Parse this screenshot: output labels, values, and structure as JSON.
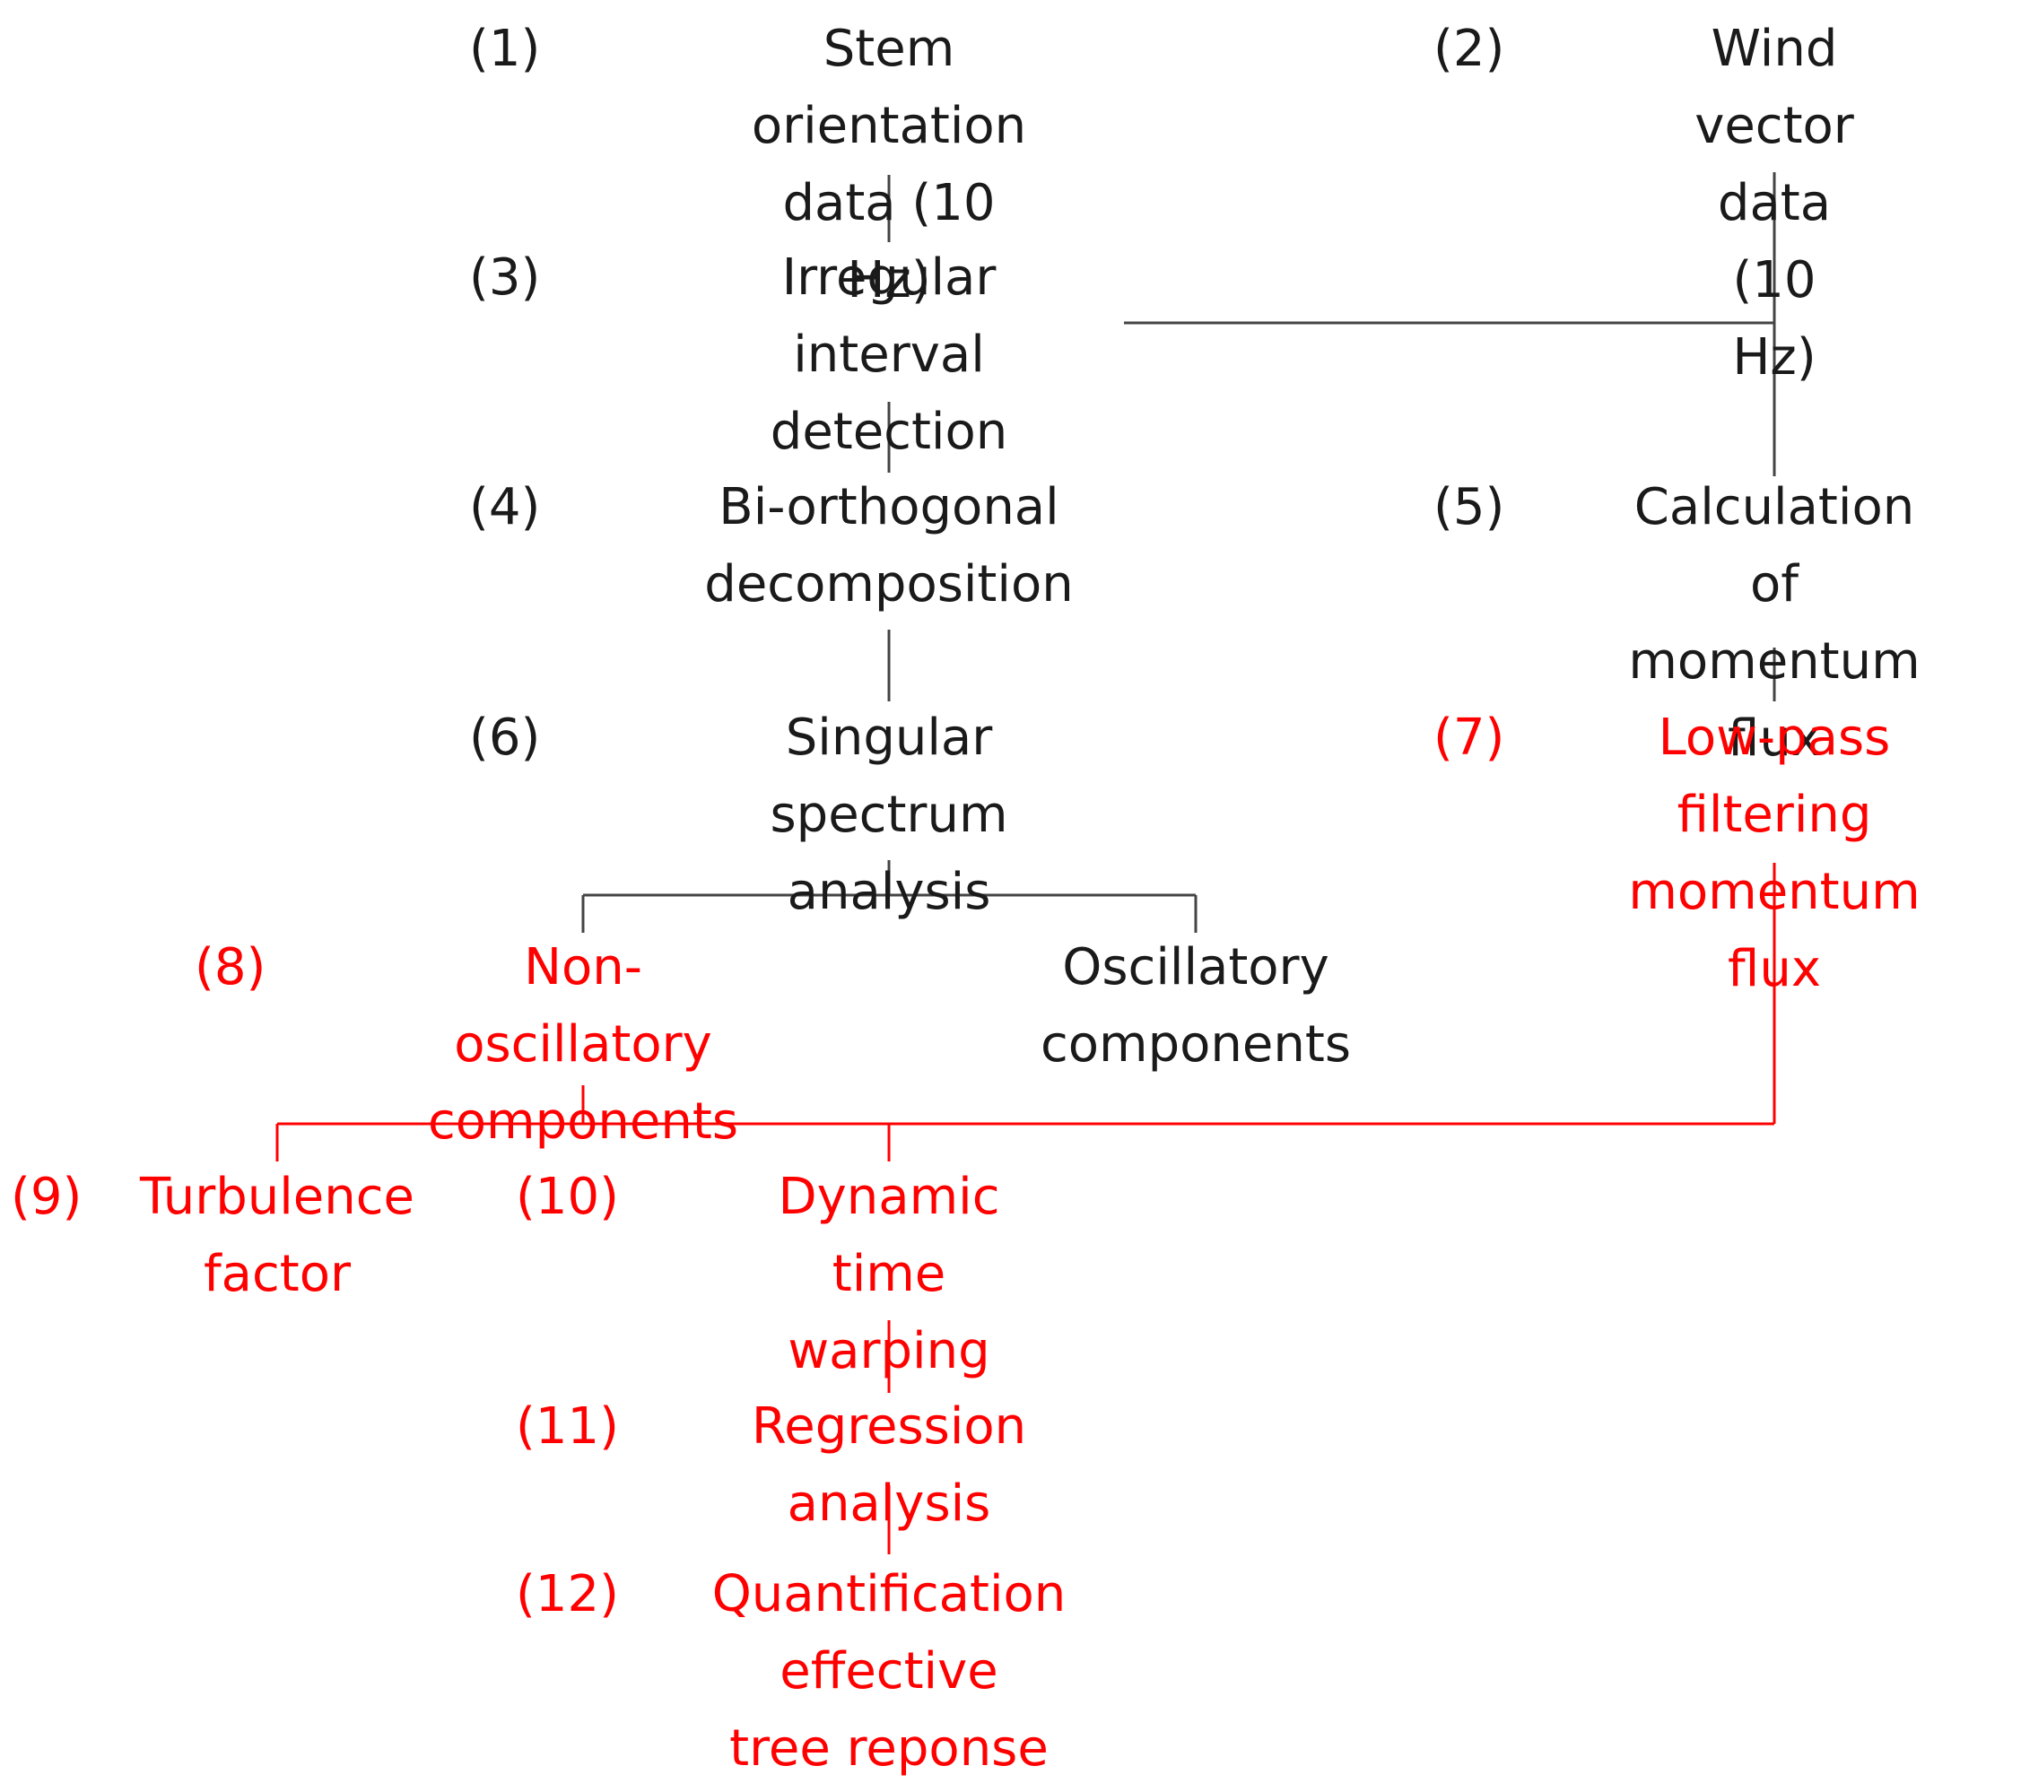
{
  "colors": {
    "black": "#1a1a1a",
    "red": "#ff0000",
    "black_line": "#444444",
    "red_line": "#ff0000"
  },
  "nodes": [
    {
      "id": "n1",
      "num": "(1)",
      "label": "Stem orientation\ndata (10 Hz)",
      "color": "black"
    },
    {
      "id": "n2",
      "num": "(2)",
      "label": "Wind vector data\n(10 Hz)",
      "color": "black"
    },
    {
      "id": "n3",
      "num": "(3)",
      "label": "Irregular interval\ndetection",
      "color": "black"
    },
    {
      "id": "n4",
      "num": "(4)",
      "label": "Bi-orthogonal\ndecomposition",
      "color": "black"
    },
    {
      "id": "n5",
      "num": "(5)",
      "label": "Calculation of\nmomentum flux",
      "color": "black"
    },
    {
      "id": "n6",
      "num": "(6)",
      "label": "Singular spectrum\nanalysis",
      "color": "black"
    },
    {
      "id": "n7",
      "num": "(7)",
      "label": "Low-pass filtering\nmomentum flux",
      "color": "red"
    },
    {
      "id": "n8",
      "num": "(8)",
      "label": "Non-oscillatory\ncomponents",
      "color": "red"
    },
    {
      "id": "osc",
      "num": "",
      "label": "Oscillatory\ncomponents",
      "color": "black"
    },
    {
      "id": "n9",
      "num": "(9)",
      "label": "Turbulence\nfactor",
      "color": "red"
    },
    {
      "id": "n10",
      "num": "(10)",
      "label": "Dynamic time\nwarping",
      "color": "red"
    },
    {
      "id": "n11",
      "num": "(11)",
      "label": "Regression analysis",
      "color": "red"
    },
    {
      "id": "n12",
      "num": "(12)",
      "label": "Quantification\neffective\ntree reponse",
      "color": "red"
    }
  ],
  "links": [
    {
      "from": "n1",
      "to": "n3",
      "color": "black"
    },
    {
      "from": "n3",
      "to": "n4",
      "color": "black"
    },
    {
      "from": "n4",
      "to": "n6",
      "color": "black"
    },
    {
      "from": "n2",
      "to": "n5",
      "color": "black"
    },
    {
      "from": "n3",
      "to": "n5",
      "color": "black"
    },
    {
      "from": "n5",
      "to": "n7",
      "color": "black"
    },
    {
      "from": "n6",
      "to": "n8",
      "color": "black"
    },
    {
      "from": "n6",
      "to": "osc",
      "color": "black"
    },
    {
      "from": "n8",
      "to": "n9",
      "color": "red"
    },
    {
      "from": "n8",
      "to": "n10",
      "color": "red"
    },
    {
      "from": "n7",
      "to": "n10",
      "color": "red"
    },
    {
      "from": "n10",
      "to": "n11",
      "color": "red"
    },
    {
      "from": "n11",
      "to": "n12",
      "color": "red"
    }
  ]
}
